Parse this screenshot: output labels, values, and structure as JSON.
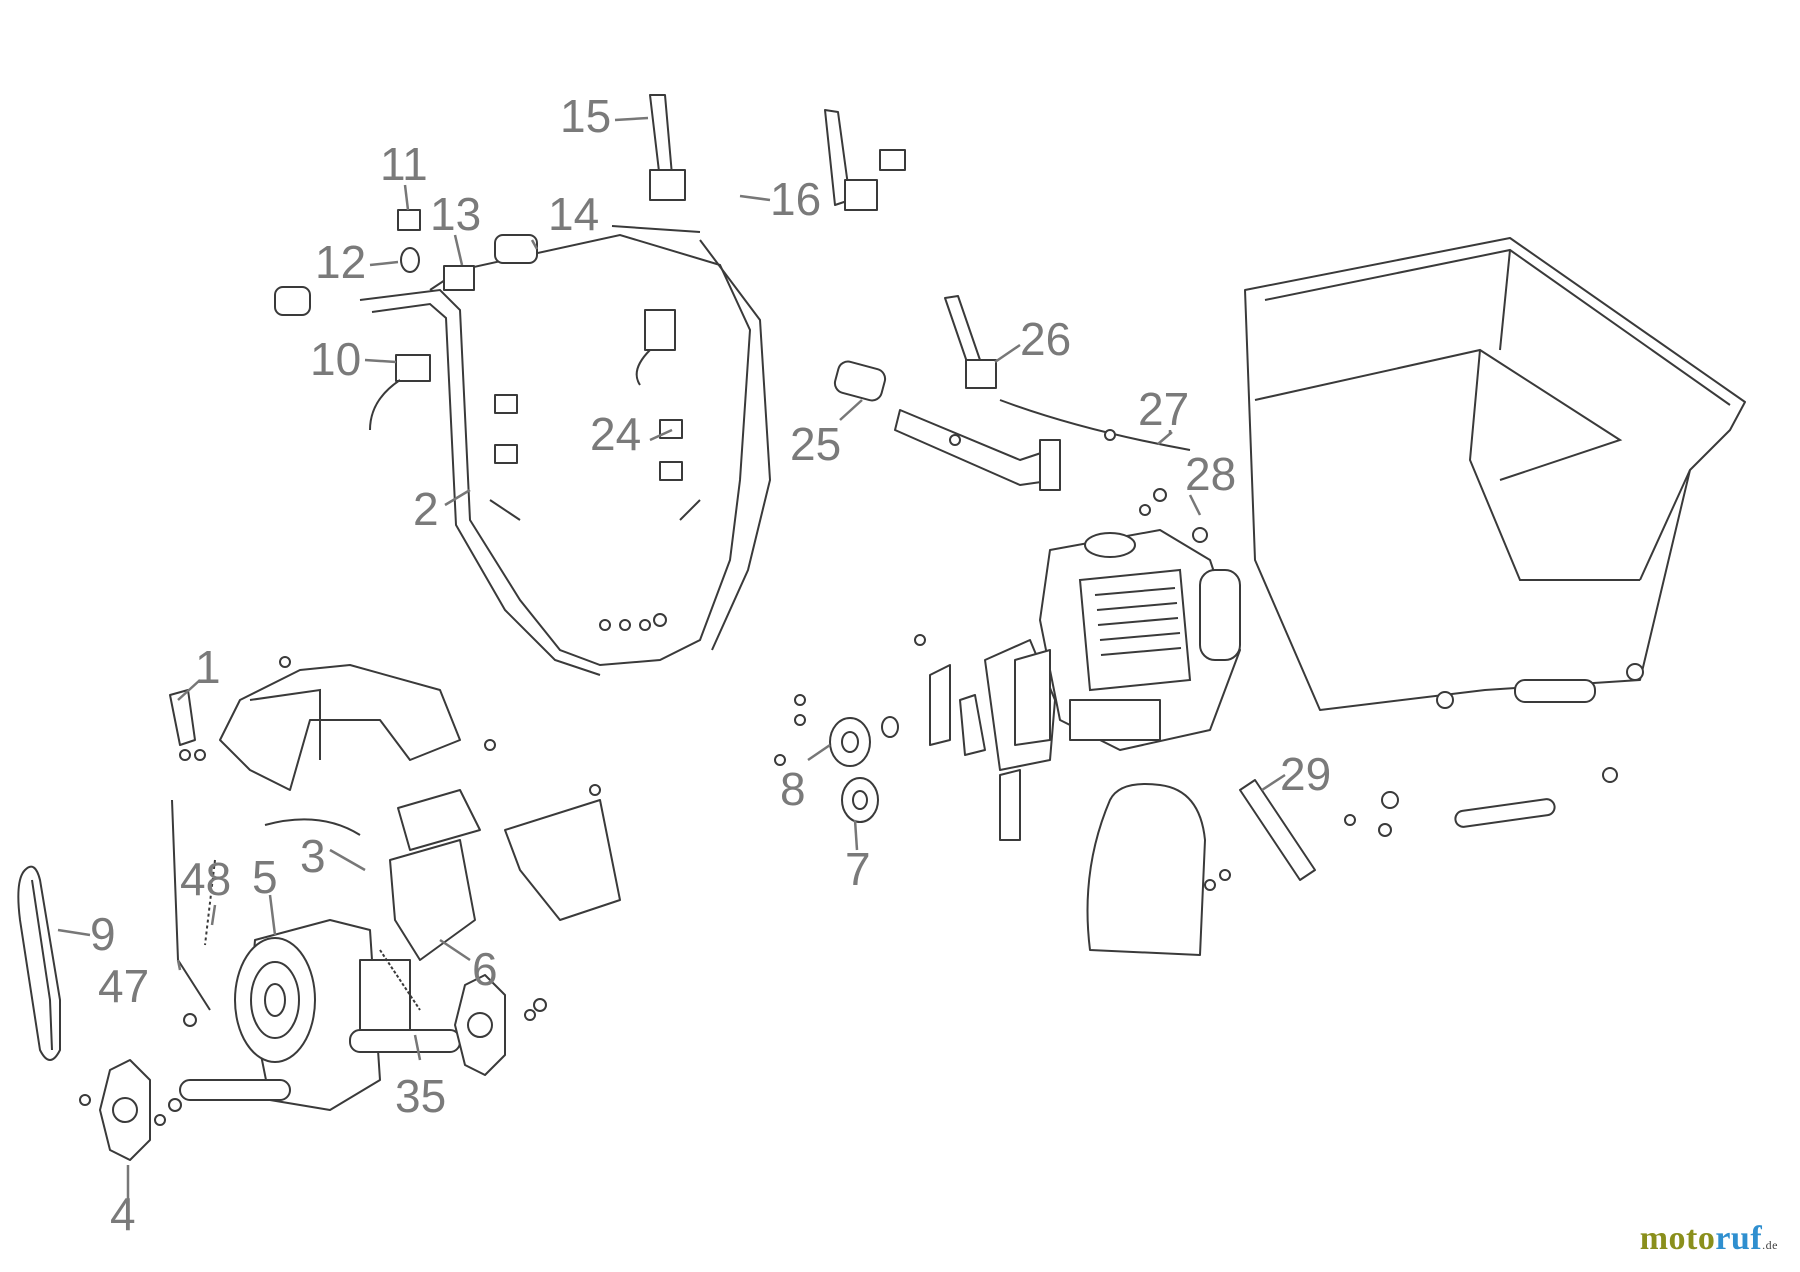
{
  "diagram": {
    "callouts": [
      {
        "id": "1",
        "label": "1"
      },
      {
        "id": "2",
        "label": "2"
      },
      {
        "id": "3",
        "label": "3"
      },
      {
        "id": "4",
        "label": "4"
      },
      {
        "id": "5",
        "label": "5"
      },
      {
        "id": "6",
        "label": "6"
      },
      {
        "id": "7",
        "label": "7"
      },
      {
        "id": "8",
        "label": "8"
      },
      {
        "id": "9",
        "label": "9"
      },
      {
        "id": "10",
        "label": "10"
      },
      {
        "id": "11",
        "label": "11"
      },
      {
        "id": "12",
        "label": "12"
      },
      {
        "id": "13",
        "label": "13"
      },
      {
        "id": "14",
        "label": "14"
      },
      {
        "id": "15",
        "label": "15"
      },
      {
        "id": "16",
        "label": "16"
      },
      {
        "id": "24",
        "label": "24"
      },
      {
        "id": "25",
        "label": "25"
      },
      {
        "id": "26",
        "label": "26"
      },
      {
        "id": "27",
        "label": "27"
      },
      {
        "id": "28",
        "label": "28"
      },
      {
        "id": "29",
        "label": "29"
      },
      {
        "id": "35",
        "label": "35"
      },
      {
        "id": "47",
        "label": "47"
      },
      {
        "id": "48",
        "label": "48"
      }
    ]
  },
  "watermark": {
    "text_part1": "moto",
    "text_part2": "ruf",
    "suffix": ".de"
  }
}
